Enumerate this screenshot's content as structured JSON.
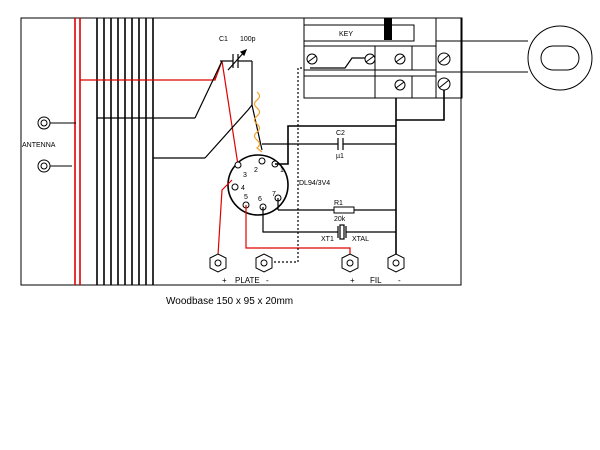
{
  "labels": {
    "c1": "C1",
    "c1_value": "100p",
    "key": "KEY",
    "antenna": "ANTENNA",
    "c2": "C2",
    "c2_value": "µ1",
    "tube": "DL94/3V4",
    "r1": "R1",
    "r1_value": "20k",
    "xt1": "XT1",
    "xtal": "XTAL",
    "plate_plus": "+",
    "plate": "PLATE",
    "plate_minus": "-",
    "fil_plus": "+",
    "fil": "FIL",
    "fil_minus": "-",
    "caption": "Woodbase  150 x 95 x 20mm"
  },
  "tube_pins": [
    "1",
    "2",
    "3",
    "4",
    "5",
    "6",
    "7"
  ],
  "colors": {
    "outline": "#000000",
    "red_wire": "#e00000",
    "orange_coil": "#f0a030",
    "board_background": "#ffffff"
  }
}
